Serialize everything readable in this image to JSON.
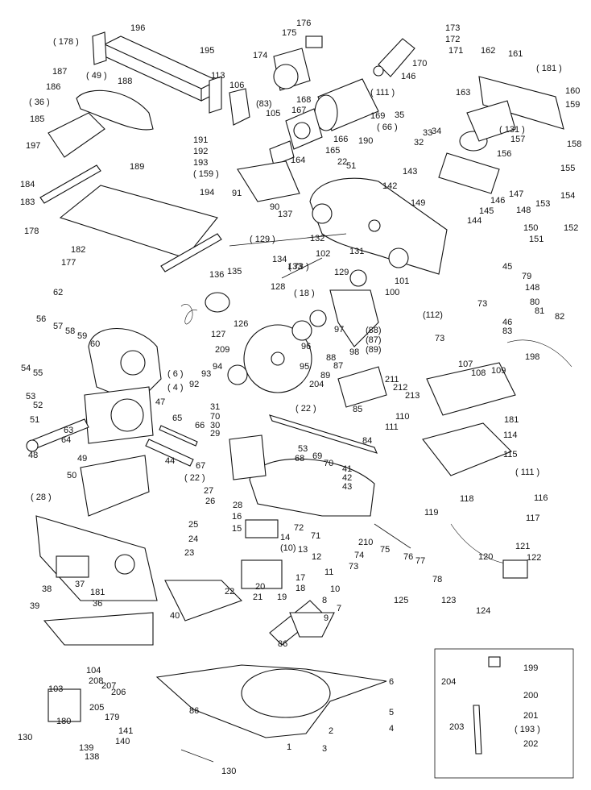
{
  "labels": [
    {
      "id": "196",
      "t": "196"
    },
    {
      "id": "178a",
      "t": "( 178 )"
    },
    {
      "id": "195",
      "t": "195"
    },
    {
      "id": "176",
      "t": "176"
    },
    {
      "id": "175",
      "t": "175"
    },
    {
      "id": "173",
      "t": "173"
    },
    {
      "id": "172",
      "t": "172"
    },
    {
      "id": "171",
      "t": "171"
    },
    {
      "id": "170",
      "t": "170"
    },
    {
      "id": "174",
      "t": "174"
    },
    {
      "id": "146a",
      "t": "146"
    },
    {
      "id": "162",
      "t": "162"
    },
    {
      "id": "161",
      "t": "161"
    },
    {
      "id": "181a",
      "t": "( 181 )"
    },
    {
      "id": "160",
      "t": "160"
    },
    {
      "id": "159",
      "t": "159"
    },
    {
      "id": "163",
      "t": "163"
    },
    {
      "id": "131a",
      "t": "( 131 )"
    },
    {
      "id": "158",
      "t": "158"
    },
    {
      "id": "157",
      "t": "157"
    },
    {
      "id": "156",
      "t": "156"
    },
    {
      "id": "155",
      "t": "155"
    },
    {
      "id": "154",
      "t": "154"
    },
    {
      "id": "153",
      "t": "153"
    },
    {
      "id": "147",
      "t": "147"
    },
    {
      "id": "146b",
      "t": "146"
    },
    {
      "id": "148a",
      "t": "148"
    },
    {
      "id": "145",
      "t": "145"
    },
    {
      "id": "144",
      "t": "144"
    },
    {
      "id": "149",
      "t": "149"
    },
    {
      "id": "150",
      "t": "150"
    },
    {
      "id": "151",
      "t": "151"
    },
    {
      "id": "152",
      "t": "152"
    },
    {
      "id": "187",
      "t": "187"
    },
    {
      "id": "49a",
      "t": "( 49 )"
    },
    {
      "id": "188",
      "t": "188"
    },
    {
      "id": "186",
      "t": "186"
    },
    {
      "id": "36a",
      "t": "( 36 )"
    },
    {
      "id": "185",
      "t": "185"
    },
    {
      "id": "197",
      "t": "197"
    },
    {
      "id": "113",
      "t": "113"
    },
    {
      "id": "106",
      "t": "106"
    },
    {
      "id": "83a",
      "t": "(83)"
    },
    {
      "id": "105",
      "t": "105"
    },
    {
      "id": "168",
      "t": "168"
    },
    {
      "id": "167",
      "t": "167"
    },
    {
      "id": "111a",
      "t": "( 111 )"
    },
    {
      "id": "169",
      "t": "169"
    },
    {
      "id": "35",
      "t": "35"
    },
    {
      "id": "33",
      "t": "33"
    },
    {
      "id": "34",
      "t": "34"
    },
    {
      "id": "32",
      "t": "32"
    },
    {
      "id": "66a",
      "t": "( 66 )"
    },
    {
      "id": "166",
      "t": "166"
    },
    {
      "id": "165",
      "t": "165"
    },
    {
      "id": "164",
      "t": "164"
    },
    {
      "id": "190",
      "t": "190"
    },
    {
      "id": "191",
      "t": "191"
    },
    {
      "id": "192",
      "t": "192"
    },
    {
      "id": "193a",
      "t": "193"
    },
    {
      "id": "159b",
      "t": "( 159 )"
    },
    {
      "id": "194",
      "t": "194"
    },
    {
      "id": "22a",
      "t": "22"
    },
    {
      "id": "51",
      "t": "51"
    },
    {
      "id": "91",
      "t": "91"
    },
    {
      "id": "90",
      "t": "90"
    },
    {
      "id": "137",
      "t": "137"
    },
    {
      "id": "143",
      "t": "143"
    },
    {
      "id": "142",
      "t": "142"
    },
    {
      "id": "184",
      "t": "184"
    },
    {
      "id": "189",
      "t": "189"
    },
    {
      "id": "183",
      "t": "183"
    },
    {
      "id": "178b",
      "t": "178"
    },
    {
      "id": "182",
      "t": "182"
    },
    {
      "id": "129a",
      "t": "( 129 )"
    },
    {
      "id": "132",
      "t": "132"
    },
    {
      "id": "102",
      "t": "102"
    },
    {
      "id": "131b",
      "t": "131"
    },
    {
      "id": "73a",
      "t": "( 73 )"
    },
    {
      "id": "134",
      "t": "134"
    },
    {
      "id": "133",
      "t": "133"
    },
    {
      "id": "136",
      "t": "136"
    },
    {
      "id": "135",
      "t": "135"
    },
    {
      "id": "128",
      "t": "128"
    },
    {
      "id": "18a",
      "t": "( 18 )"
    },
    {
      "id": "129b",
      "t": "129"
    },
    {
      "id": "101",
      "t": "101"
    },
    {
      "id": "100",
      "t": "100"
    },
    {
      "id": "177",
      "t": "177"
    },
    {
      "id": "62",
      "t": "62"
    },
    {
      "id": "45",
      "t": "45"
    },
    {
      "id": "79",
      "t": "79"
    },
    {
      "id": "148b",
      "t": "148"
    },
    {
      "id": "112",
      "t": "(112)"
    },
    {
      "id": "73b",
      "t": "73"
    },
    {
      "id": "80",
      "t": "80"
    },
    {
      "id": "81",
      "t": "81"
    },
    {
      "id": "82",
      "t": "82"
    },
    {
      "id": "46",
      "t": "46"
    },
    {
      "id": "73c",
      "t": "73"
    },
    {
      "id": "83b",
      "t": "83"
    },
    {
      "id": "126",
      "t": "126"
    },
    {
      "id": "127",
      "t": "127"
    },
    {
      "id": "97",
      "t": "97"
    },
    {
      "id": "96",
      "t": "96"
    },
    {
      "id": "88a",
      "t": "(88)"
    },
    {
      "id": "87a",
      "t": "(87)"
    },
    {
      "id": "89a",
      "t": "(89)"
    },
    {
      "id": "98",
      "t": "98"
    },
    {
      "id": "56",
      "t": "56"
    },
    {
      "id": "57",
      "t": "57"
    },
    {
      "id": "58",
      "t": "58"
    },
    {
      "id": "59",
      "t": "59"
    },
    {
      "id": "60",
      "t": "60"
    },
    {
      "id": "54",
      "t": "54"
    },
    {
      "id": "55",
      "t": "55"
    },
    {
      "id": "209",
      "t": "209"
    },
    {
      "id": "95",
      "t": "95"
    },
    {
      "id": "88b",
      "t": "88"
    },
    {
      "id": "87b",
      "t": "87"
    },
    {
      "id": "89b",
      "t": "89"
    },
    {
      "id": "107",
      "t": "107"
    },
    {
      "id": "108",
      "t": "108"
    },
    {
      "id": "109",
      "t": "109"
    },
    {
      "id": "198",
      "t": "198"
    },
    {
      "id": "6a",
      "t": "( 6 )"
    },
    {
      "id": "4a",
      "t": "( 4 )"
    },
    {
      "id": "47",
      "t": "47"
    },
    {
      "id": "93",
      "t": "93"
    },
    {
      "id": "94",
      "t": "94"
    },
    {
      "id": "92",
      "t": "92"
    },
    {
      "id": "204a",
      "t": "204"
    },
    {
      "id": "211",
      "t": "211"
    },
    {
      "id": "212",
      "t": "212"
    },
    {
      "id": "213",
      "t": "213"
    },
    {
      "id": "85",
      "t": "85"
    },
    {
      "id": "53a",
      "t": "53"
    },
    {
      "id": "52",
      "t": "52"
    },
    {
      "id": "51b",
      "t": "51"
    },
    {
      "id": "31",
      "t": "31"
    },
    {
      "id": "70a",
      "t": "70"
    },
    {
      "id": "30",
      "t": "30"
    },
    {
      "id": "29",
      "t": "29"
    },
    {
      "id": "22b",
      "t": "( 22 )"
    },
    {
      "id": "110",
      "t": "110"
    },
    {
      "id": "111b",
      "t": "111"
    },
    {
      "id": "181b",
      "t": "181"
    },
    {
      "id": "114",
      "t": "114"
    },
    {
      "id": "63",
      "t": "63"
    },
    {
      "id": "64",
      "t": "64"
    },
    {
      "id": "48",
      "t": "48"
    },
    {
      "id": "65",
      "t": "65"
    },
    {
      "id": "66b",
      "t": "66"
    },
    {
      "id": "84",
      "t": "84"
    },
    {
      "id": "115",
      "t": "115"
    },
    {
      "id": "111c",
      "t": "( 111 )"
    },
    {
      "id": "49b",
      "t": "49"
    },
    {
      "id": "44",
      "t": "44"
    },
    {
      "id": "53b",
      "t": "53"
    },
    {
      "id": "68",
      "t": "68"
    },
    {
      "id": "69",
      "t": "69"
    },
    {
      "id": "70b",
      "t": "70"
    },
    {
      "id": "41",
      "t": "41"
    },
    {
      "id": "42",
      "t": "42"
    },
    {
      "id": "43",
      "t": "43"
    },
    {
      "id": "50",
      "t": "50"
    },
    {
      "id": "67",
      "t": "67"
    },
    {
      "id": "22c",
      "t": "( 22 )"
    },
    {
      "id": "28a",
      "t": "( 28 )"
    },
    {
      "id": "27",
      "t": "27"
    },
    {
      "id": "26",
      "t": "26"
    },
    {
      "id": "28b",
      "t": "28"
    },
    {
      "id": "118",
      "t": "118"
    },
    {
      "id": "116",
      "t": "116"
    },
    {
      "id": "117",
      "t": "117"
    },
    {
      "id": "119",
      "t": "119"
    },
    {
      "id": "25",
      "t": "25"
    },
    {
      "id": "16",
      "t": "16"
    },
    {
      "id": "72",
      "t": "72"
    },
    {
      "id": "71",
      "t": "71"
    },
    {
      "id": "15",
      "t": "15"
    },
    {
      "id": "14",
      "t": "14"
    },
    {
      "id": "24",
      "t": "24"
    },
    {
      "id": "210",
      "t": "210"
    },
    {
      "id": "10a",
      "t": "(10)"
    },
    {
      "id": "13",
      "t": "13"
    },
    {
      "id": "12",
      "t": "12"
    },
    {
      "id": "74",
      "t": "74"
    },
    {
      "id": "75",
      "t": "75"
    },
    {
      "id": "76",
      "t": "76"
    },
    {
      "id": "77",
      "t": "77"
    },
    {
      "id": "121",
      "t": "121"
    },
    {
      "id": "122",
      "t": "122"
    },
    {
      "id": "120",
      "t": "120"
    },
    {
      "id": "23",
      "t": "23"
    },
    {
      "id": "11",
      "t": "11"
    },
    {
      "id": "73d",
      "t": "73"
    },
    {
      "id": "78",
      "t": "78"
    },
    {
      "id": "38",
      "t": "38"
    },
    {
      "id": "37",
      "t": "37"
    },
    {
      "id": "181c",
      "t": "181"
    },
    {
      "id": "36b",
      "t": "36"
    },
    {
      "id": "22d",
      "t": "22"
    },
    {
      "id": "20",
      "t": "20"
    },
    {
      "id": "17",
      "t": "17"
    },
    {
      "id": "18b",
      "t": "18"
    },
    {
      "id": "21",
      "t": "21"
    },
    {
      "id": "19",
      "t": "19"
    },
    {
      "id": "10b",
      "t": "10"
    },
    {
      "id": "123",
      "t": "123"
    },
    {
      "id": "125",
      "t": "125"
    },
    {
      "id": "124",
      "t": "124"
    },
    {
      "id": "39",
      "t": "39"
    },
    {
      "id": "40",
      "t": "40"
    },
    {
      "id": "8",
      "t": "8"
    },
    {
      "id": "7",
      "t": "7"
    },
    {
      "id": "9",
      "t": "9"
    },
    {
      "id": "86a",
      "t": "86"
    },
    {
      "id": "104",
      "t": "104"
    },
    {
      "id": "208",
      "t": "208"
    },
    {
      "id": "207",
      "t": "207"
    },
    {
      "id": "103",
      "t": "103"
    },
    {
      "id": "206",
      "t": "206"
    },
    {
      "id": "205",
      "t": "205"
    },
    {
      "id": "6b",
      "t": "6"
    },
    {
      "id": "180",
      "t": "180"
    },
    {
      "id": "179",
      "t": "179"
    },
    {
      "id": "141",
      "t": "141"
    },
    {
      "id": "86b",
      "t": "86"
    },
    {
      "id": "5",
      "t": "5"
    },
    {
      "id": "130a",
      "t": "130"
    },
    {
      "id": "139",
      "t": "139"
    },
    {
      "id": "140",
      "t": "140"
    },
    {
      "id": "138",
      "t": "138"
    },
    {
      "id": "2",
      "t": "2"
    },
    {
      "id": "4b",
      "t": "4"
    },
    {
      "id": "1",
      "t": "1"
    },
    {
      "id": "3",
      "t": "3"
    },
    {
      "id": "130b",
      "t": "130"
    },
    {
      "id": "199",
      "t": "199"
    },
    {
      "id": "204b",
      "t": "204"
    },
    {
      "id": "200",
      "t": "200"
    },
    {
      "id": "201",
      "t": "201"
    },
    {
      "id": "203",
      "t": "203"
    },
    {
      "id": "193b",
      "t": "( 193 )"
    },
    {
      "id": "202",
      "t": "202"
    }
  ]
}
